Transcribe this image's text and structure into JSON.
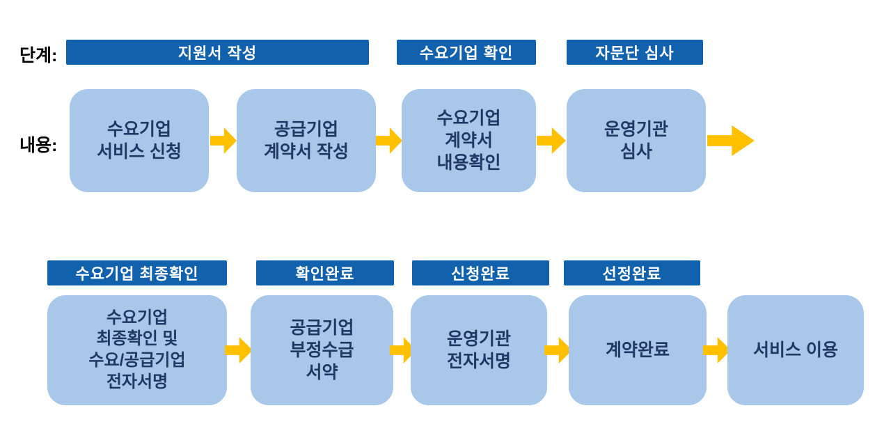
{
  "colors": {
    "header_bg": "#1161AC",
    "box_bg": "#A9C7E8",
    "box_text": "#1F3864",
    "arrow": "#FFC000"
  },
  "icons": {
    "flow_arrow": "right-block-arrow"
  },
  "row1": {
    "stage_label": "단계:",
    "content_label": "내용:",
    "headers": [
      {
        "label": "지원서 작성"
      },
      {
        "label": "수요기업 확인"
      },
      {
        "label": "자문단 심사"
      }
    ],
    "boxes": [
      {
        "label": "수요기업\n서비스 신청"
      },
      {
        "label": "공급기업\n계약서 작성"
      },
      {
        "label": "수요기업\n계약서\n내용확인"
      },
      {
        "label": "운영기관\n심사"
      }
    ]
  },
  "row2": {
    "headers": [
      {
        "label": "수요기업 최종확인"
      },
      {
        "label": "확인완료"
      },
      {
        "label": "신청완료"
      },
      {
        "label": "선정완료"
      }
    ],
    "boxes": [
      {
        "label": "수요기업\n최종확인 및\n수요/공급기업\n전자서명"
      },
      {
        "label": "공급기업\n부정수급\n서약"
      },
      {
        "label": "운영기관\n전자서명"
      },
      {
        "label": "계약완료"
      },
      {
        "label": "서비스 이용"
      }
    ]
  }
}
